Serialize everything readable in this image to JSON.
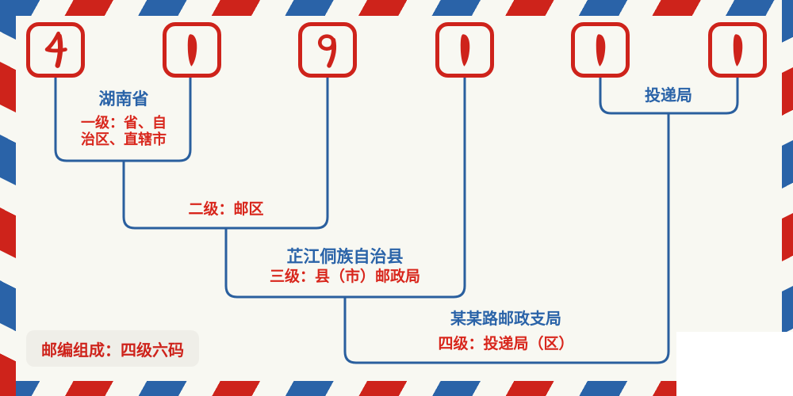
{
  "postal_code": {
    "digits": [
      "4",
      "1",
      "9",
      "1",
      "1",
      "1"
    ]
  },
  "labels": {
    "level1_place": "湖南省",
    "level1_desc_line1": "一级：省、自",
    "level1_desc_line2": "治区、直辖市",
    "level2_desc": "二级：邮区",
    "level3_place": "芷江侗族自治县",
    "level3_desc": "三级：县（市）邮政局",
    "level4_place": "某某路邮政支局",
    "level4_desc": "四级：投递局（区）",
    "delivery_office": "投递局",
    "footer_note": "邮编组成：四级六码"
  },
  "colors": {
    "red": "#ce231b",
    "blue": "#2a63a8",
    "connector": "#2a5f9e",
    "background": "#f8f8f2",
    "footer_background": "#efeee8"
  }
}
